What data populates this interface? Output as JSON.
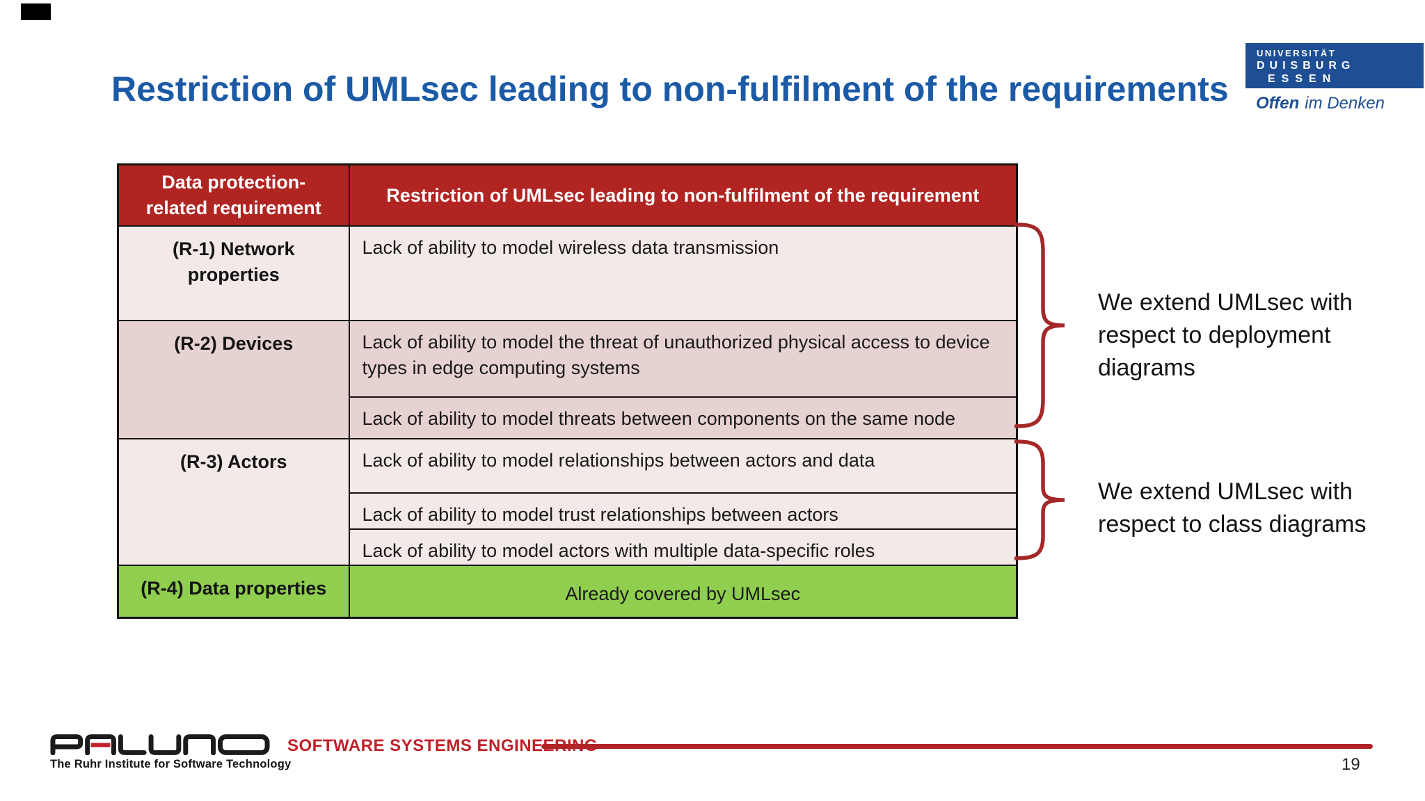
{
  "slide": {
    "title": "Restriction of UMLsec leading to non-fulfilment of the requirements",
    "page_number": "19"
  },
  "university_logo": {
    "line1": "UNIVERSITÄT",
    "line2": "DUISBURG",
    "line3": "ESSEN",
    "slogan_bold": "Offen",
    "slogan_rest": "im Denken"
  },
  "table": {
    "headers": {
      "requirement": "Data protection-related requirement",
      "restriction": "Restriction of UMLsec leading to non-fulfilment of the requirement"
    },
    "rows": [
      {
        "requirement": "(R-1) Network properties",
        "restrictions": [
          "Lack of ability to model wireless data transmission"
        ]
      },
      {
        "requirement": "(R-2) Devices",
        "restrictions": [
          "Lack of ability to model the threat of unauthorized physical access to device types in edge computing systems",
          "Lack of ability to model threats between components on the same node"
        ]
      },
      {
        "requirement": "(R-3) Actors",
        "restrictions": [
          "Lack of ability to model relationships between actors and data",
          "Lack of ability to model trust relationships between actors",
          "Lack of ability to model actors with multiple data-specific roles"
        ]
      },
      {
        "requirement": "(R-4) Data properties",
        "restrictions": [
          "Already covered by UMLsec"
        ]
      }
    ]
  },
  "annotations": {
    "deployment": "We extend UMLsec with respect to deployment diagrams",
    "class_diagrams": "We extend UMLsec with respect to class diagrams"
  },
  "footer": {
    "logo_text": "PALUNO",
    "logo_tagline": "The Ruhr Institute for Software Technology",
    "department": "SOFTWARE SYSTEMS ENGINEERING"
  },
  "colors": {
    "title_blue": "#1B5AA6",
    "logo_blue": "#1E4E94",
    "header_red": "#B02422",
    "row_light_pink": "#F2E9E8",
    "row_dark_pink": "#E7D2D2",
    "row_green": "#8FCE4E",
    "brace_red": "#A52828",
    "footer_red": "#C02129"
  }
}
